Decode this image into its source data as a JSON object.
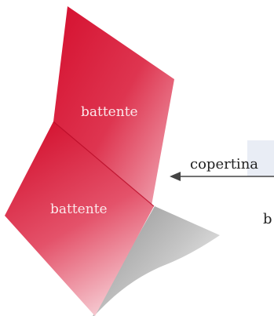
{
  "labels": {
    "flap_upper": "battente",
    "flap_lower": "battente",
    "cover": "copertina",
    "cut_off": "b"
  },
  "colors": {
    "flap_red": "#d6112f",
    "flap_light": "#f5c2cb",
    "shadow_gray": "#b8b8b8",
    "arrow": "#444444"
  }
}
